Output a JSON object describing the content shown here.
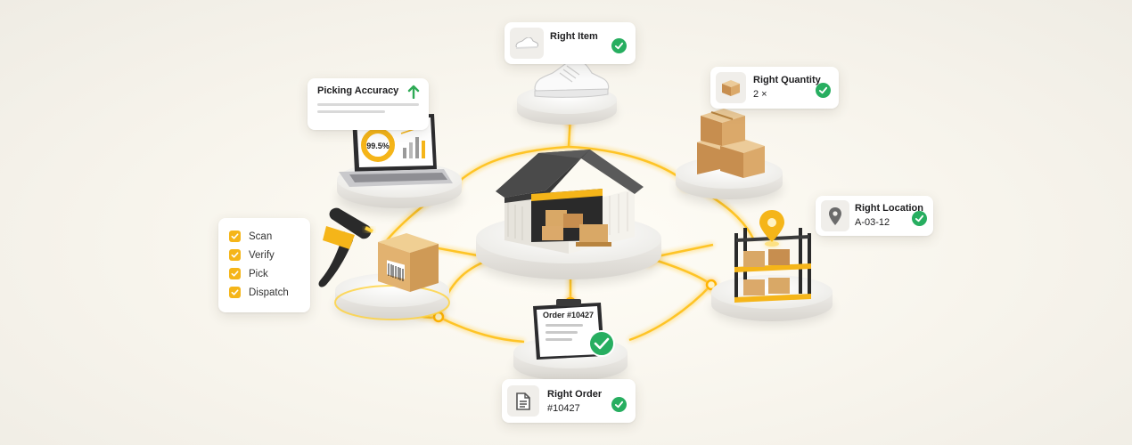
{
  "cards": {
    "right_item": {
      "title": "Right Item",
      "icon": "sneaker-icon"
    },
    "right_quantity": {
      "title": "Right Quantity",
      "value": "2 ×",
      "icon": "box-icon"
    },
    "right_location": {
      "title": "Right Location",
      "value": "A-03-12",
      "icon": "location-pin-icon"
    },
    "right_order": {
      "title": "Right Order",
      "value": "#10427",
      "icon": "document-icon"
    },
    "picking_accuracy": {
      "title": "Picking Accuracy",
      "trend_icon": "arrow-up-icon"
    }
  },
  "checklist": {
    "items": [
      "Scan",
      "Verify",
      "Pick",
      "Dispatch"
    ]
  },
  "laptop": {
    "gauge_value": "99.5%"
  },
  "clipboard": {
    "order_label": "Order #10427"
  },
  "colors": {
    "accent_yellow": "#f5b519",
    "success_green": "#27ae60",
    "arrow_green": "#2eaa55",
    "glow": "#ffd23a",
    "carton": "#d9a866",
    "roof": "#4a4a4a"
  }
}
